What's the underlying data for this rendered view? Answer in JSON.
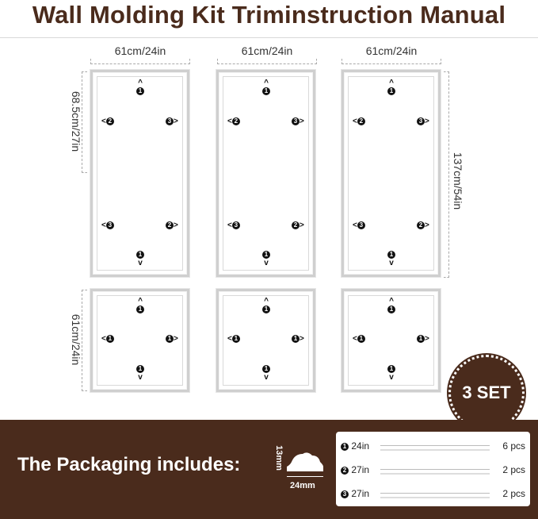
{
  "title": "Wall Molding Kit Triminstruction Manual",
  "dims": {
    "width": "61cm/24in",
    "upper_height": "68.5cm/27in",
    "full_height": "137cm/54in",
    "lower_height": "61cm/24in"
  },
  "markers": {
    "one": "1",
    "two": "2",
    "three": "3"
  },
  "badge": "3 SET",
  "packaging": {
    "label": "The Packaging includes:",
    "profile_height": "13mm",
    "profile_width": "24mm",
    "items": [
      {
        "num": "1",
        "length": "24in",
        "qty": "6 pcs"
      },
      {
        "num": "2",
        "length": "27in",
        "qty": "2 pcs"
      },
      {
        "num": "3",
        "length": "27in",
        "qty": "2 pcs"
      }
    ]
  },
  "colors": {
    "brand": "#4a2b1c",
    "frame": "#cfcfcf"
  }
}
